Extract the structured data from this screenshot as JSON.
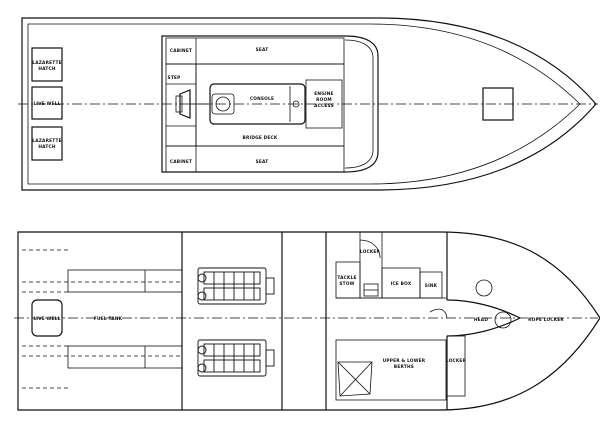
{
  "top_deck": {
    "lazarette_hatch_fwd": [
      "LAZARETTE",
      "HATCH"
    ],
    "live_well": "LIVE WELL",
    "lazarette_hatch_aft": [
      "LAZARETTE",
      "HATCH"
    ],
    "cabinet_top": "CABINET",
    "seat_top": "SEAT",
    "step": "STEP",
    "console": "CONSOLE",
    "engine_room_access": [
      "ENGINE",
      "ROOM",
      "ACCESS"
    ],
    "bridge_deck": "BRIDGE DECK",
    "cabinet_bottom": "CABINET",
    "seat_bottom": "SEAT"
  },
  "lower_deck": {
    "live_well": "LIVE WELL",
    "fuel_tank": "FUEL TANK",
    "locker_top": "LOCKER",
    "tackle_stow": [
      "TACKLE",
      "STOW"
    ],
    "ice_box": "ICE BOX",
    "sink": "SINK",
    "head": "HEAD",
    "rope_locker": "ROPE LOCKER",
    "berths": [
      "UPPER & LOWER",
      "BERTHS"
    ],
    "locker_right": "LOCKER"
  }
}
